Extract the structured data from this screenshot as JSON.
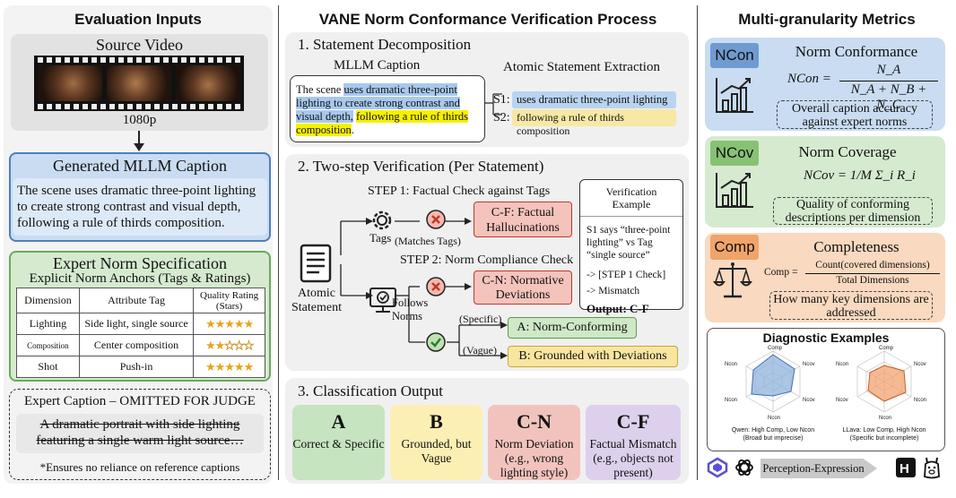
{
  "left": {
    "title": "Evaluation Inputs",
    "source_title": "Source Video",
    "resolution": "1080p",
    "caption_title": "Generated MLLM Caption",
    "caption_text": "The scene uses dramatic three-point lighting to create strong contrast and visual depth, following a rule of thirds composition.",
    "norm_title": "Expert Norm Specification",
    "norm_subtitle": "Explicit Norm Anchors (Tags & Ratings)",
    "table_header": [
      "Dimension",
      "Attribute Tag",
      "Quality Rating (Stars)"
    ],
    "rows": [
      {
        "dimension": "Lighting",
        "tag": "Side light, single source",
        "stars": 5
      },
      {
        "dimension": "Composition",
        "tag": "Center composition",
        "stars": 2
      },
      {
        "dimension": "Shot",
        "tag": "Push-in",
        "stars": 5
      }
    ],
    "expert_title": "Expert Caption – OMITTED FOR JUDGE",
    "expert_text": "A dramatic portrait with side lighting featuring a single warm light source…",
    "expert_note": "*Ensures no reliance on reference captions"
  },
  "middle": {
    "title": "VANE Norm Conformance Verification Process",
    "s1_title": "1. Statement Decomposition",
    "mllm_caption_label": "MLLM Caption",
    "caption_part1": "The scene ",
    "caption_hl1": "uses dramatic three-point lighting to create strong contrast and visual depth,",
    "caption_hl2": "following a rule of thirds composition",
    "caption_end": ".",
    "atomic_label": "Atomic Statement Extraction",
    "s1_label": "S1:",
    "s1_text": "uses dramatic three-point lighting",
    "s2_label": "S2:",
    "s2_text": "following a rule of thirds composition",
    "s2_title": "2. Two-step Verification (Per Statement)",
    "step1": "STEP 1: Factual Check against Tags",
    "step2": "STEP 2: Norm Compliance Check",
    "atomic_statement": "Atomic Statement",
    "tags_label": "Tags",
    "matches_tags": "(Matches Tags)",
    "follows_norms": "Follows Norms",
    "cf_box": "C-F: Factual Hallucinations",
    "cn_box": "C-N: Normative Deviations",
    "specific": "(Specific)",
    "vague": "(Vague)",
    "a_box": "A: Norm-Conforming",
    "b_box": "B: Grounded with Deviations",
    "ve_title": "Verification Example",
    "ve_line1": "S1 says “three-point lighting” vs Tag “single source”",
    "ve_line2": "-> [STEP 1 Check]",
    "ve_line3": "-> Mismatch",
    "ve_output": "Output: C-F",
    "s3_title": "3. Classification Output",
    "classes": [
      {
        "code": "A",
        "desc": "Correct & Specific"
      },
      {
        "code": "B",
        "desc": "Grounded, but Vague"
      },
      {
        "code": "C-N",
        "desc": "Norm Deviation (e.g., wrong lighting style)"
      },
      {
        "code": "C-F",
        "desc": "Factual Mismatch (e.g., objects not present)"
      }
    ]
  },
  "right": {
    "title": "Multi-granularity Metrics",
    "ncon_label": "NCon",
    "ncon_name": "Norm Conformance",
    "ncon_formula_lhs": "NCon =",
    "ncon_num": "N_A",
    "ncon_den": "N_A + N_B + N_C",
    "ncon_desc": "Overall caption accuracy against expert norms",
    "ncov_label": "NCov",
    "ncov_name": "Norm Coverage",
    "ncov_formula": "NCov = 1/M Σ_i R_i",
    "ncov_desc": "Quality of conforming descriptions per dimension",
    "comp_label": "Comp",
    "comp_name": "Completeness",
    "comp_lhs": "Comp =",
    "comp_num": "Count(covered dimensions)",
    "comp_den": "Total Dimensions",
    "comp_desc": "How many key dimensions are addressed",
    "diag_title": "Diagnostic Examples",
    "radar_axes": [
      "Comp",
      "Ncov",
      "Ncon",
      "Ncov",
      "Ncon",
      "Ncov"
    ],
    "radar1_caption1": "Qwen: High Comp, Low Ncon",
    "radar1_caption2": "(Broad but imprecise)",
    "radar2_caption1": "LLava: Low Comp, High Ncon",
    "radar2_caption2": "(Specific but incomplete)",
    "gap_label": "Perception-Expression Gap"
  },
  "colors": {
    "blue": "#c9dcf2",
    "green": "#d6ead0",
    "orange": "#f9d9bf",
    "yellow": "#fbefb4",
    "red": "#f2c3bd",
    "purple": "#ddd0ec"
  }
}
